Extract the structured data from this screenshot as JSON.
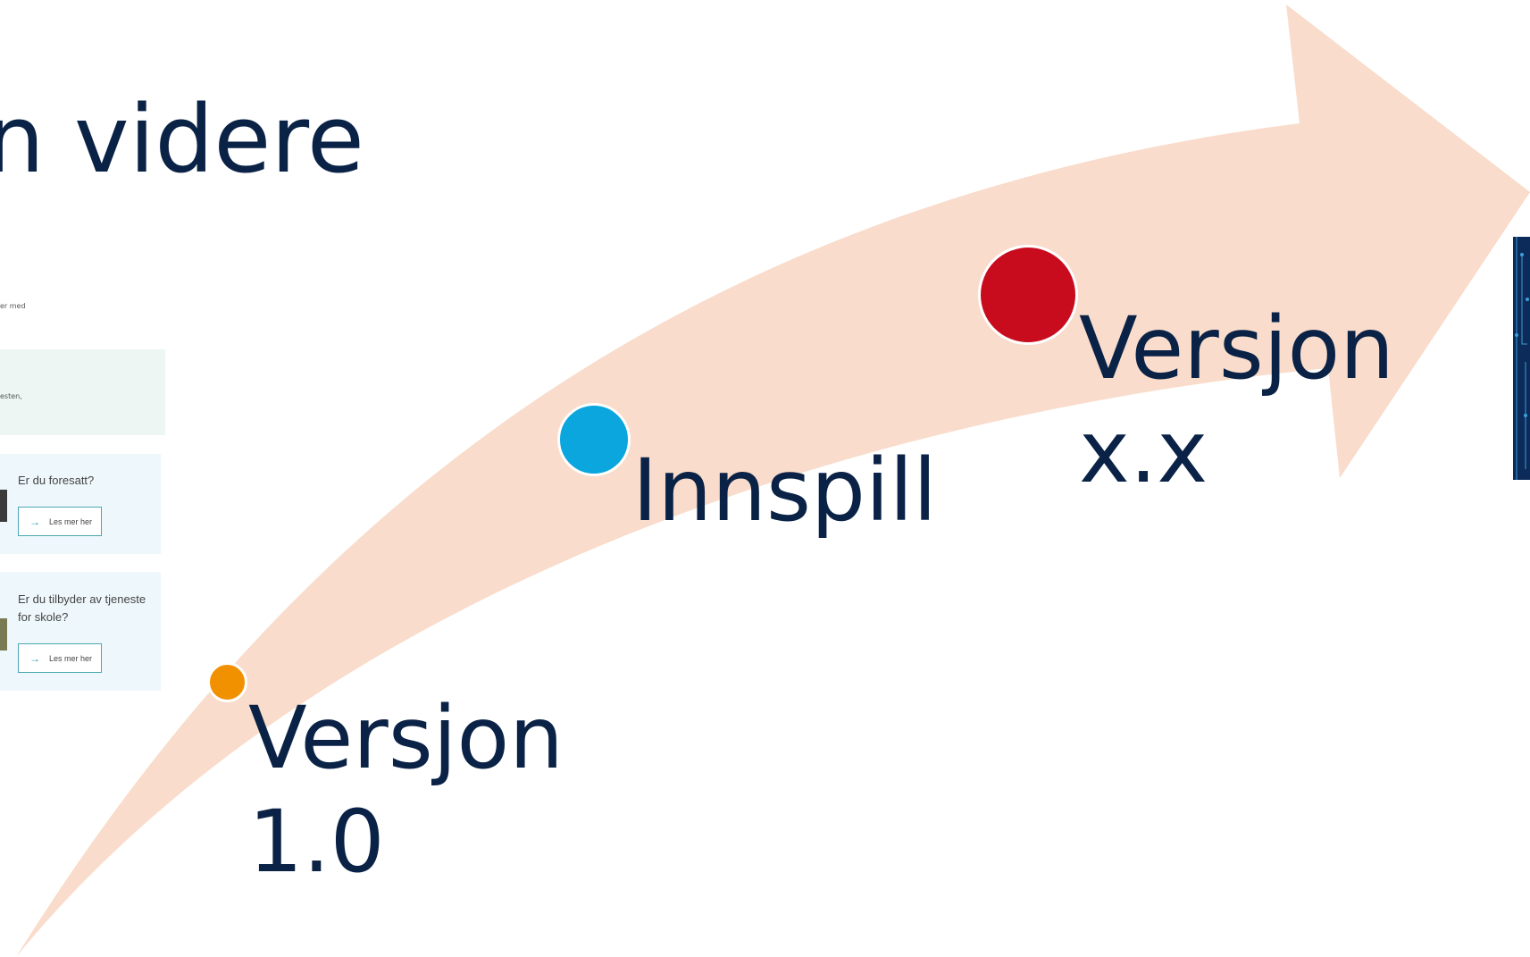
{
  "heading": "en videre",
  "preview": {
    "snippet_top": "er med",
    "snippet_green": "esten,",
    "card1": {
      "question": "Er du foresatt?",
      "button": "Les mer her"
    },
    "card2": {
      "question": "Er du tilbyder av tjeneste for skole?",
      "button": "Les mer her"
    }
  },
  "timeline": {
    "milestones": [
      {
        "label_line1": "Versjon",
        "label_line2": "1.0",
        "dot_color": "#f29100"
      },
      {
        "label_line1": "Innspill",
        "label_line2": "",
        "dot_color": "#0aa6dd"
      },
      {
        "label_line1": "Versjon",
        "label_line2": "x.x",
        "dot_color": "#c80c1e"
      }
    ],
    "arrow_color": "#f9dccb"
  },
  "colors": {
    "text": "#0a2246"
  }
}
